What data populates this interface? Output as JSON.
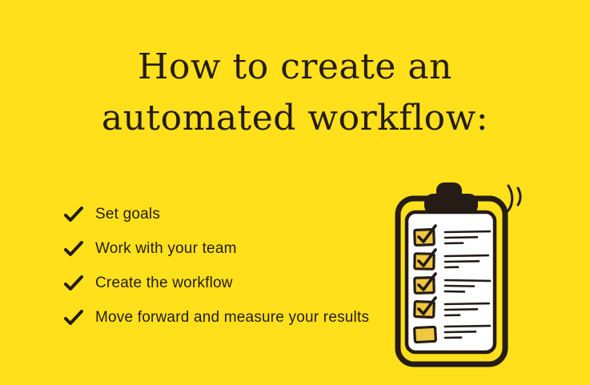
{
  "page": {
    "title": "How to create an\nautomated workflow:"
  },
  "checklist": {
    "items": [
      {
        "label": "Set goals"
      },
      {
        "label": "Work with your team"
      },
      {
        "label": "Create the workflow"
      },
      {
        "label": "Move forward and measure your results"
      }
    ]
  },
  "illustration": {
    "name": "clipboard-checklist",
    "total_rows": 5,
    "checked_rows": 4
  },
  "colors": {
    "background": "#FFE01B",
    "ink": "#241C15",
    "checkbox_gold": "#F0C83F",
    "paper": "#FFFFFF"
  }
}
